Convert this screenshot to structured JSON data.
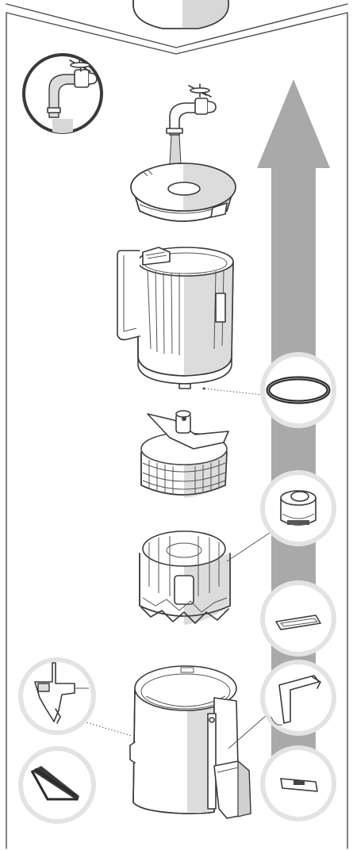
{
  "colors": {
    "arrow": "#a9a9a9",
    "detail_circle_ring": "#e3e3e3",
    "tap_circle_ring": "#3a3a3a",
    "frame": "#4a4a4a",
    "line_art": "#3a3a3a",
    "shade": "#d7d7d7"
  },
  "figure": {
    "arrow_direction": "up",
    "parts": [
      "tap-with-water",
      "juicer-lid",
      "juice-container-with-handle",
      "filter-basket",
      "rotating-brush",
      "motor-base-housing"
    ],
    "detail_callouts": [
      "sealing-ring",
      "spout-stopper",
      "rubber-foot",
      "drip-spout-flap",
      "latch-clip",
      "cord-clip",
      "bent-wire-tool"
    ]
  }
}
